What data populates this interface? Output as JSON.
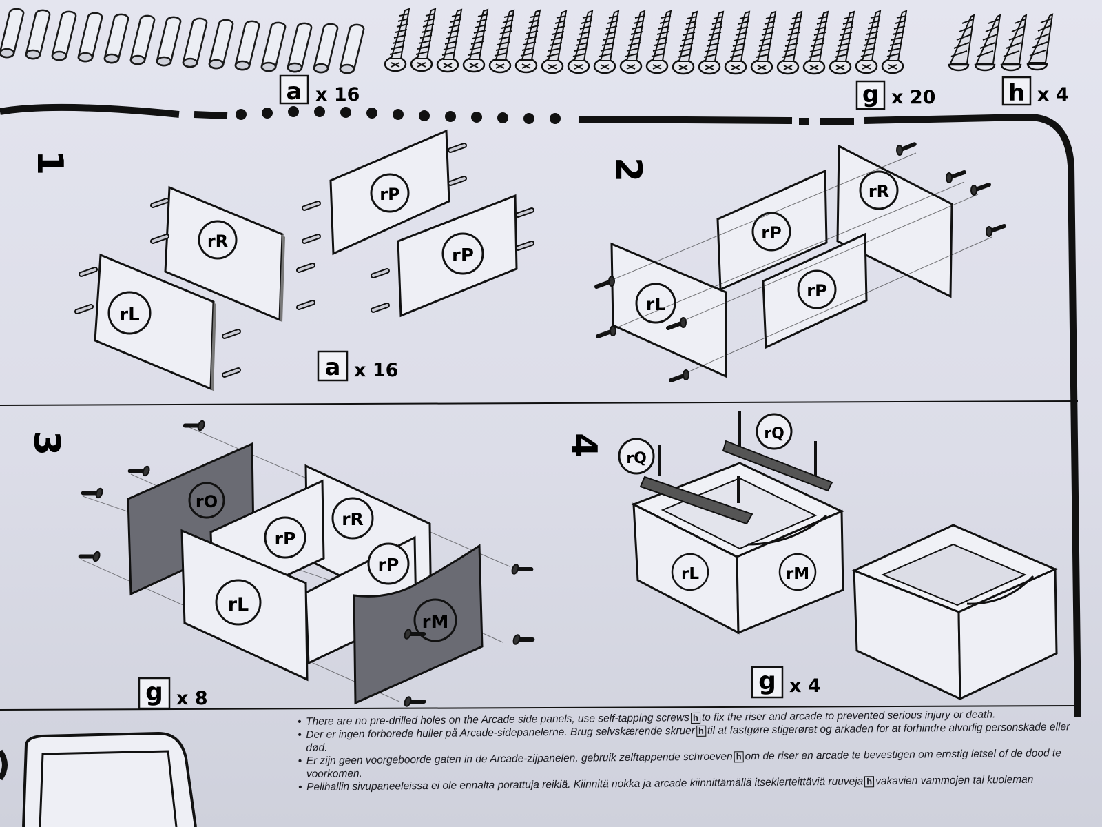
{
  "parts": {
    "dowel": {
      "code": "a",
      "qty": "x 16"
    },
    "screw_long": {
      "code": "g",
      "qty": "x 20"
    },
    "screw_short": {
      "code": "h",
      "qty": "x 4"
    }
  },
  "steps": [
    {
      "number": "1",
      "panels": [
        "rR",
        "rP",
        "rP",
        "rL"
      ],
      "part_code": "a",
      "part_qty": "x 16"
    },
    {
      "number": "2",
      "panels": [
        "rR",
        "rP",
        "rP",
        "rL"
      ]
    },
    {
      "number": "3",
      "panels": [
        "rO",
        "rR",
        "rP",
        "rP",
        "rL",
        "rM"
      ],
      "part_code": "g",
      "part_qty": "x 8"
    },
    {
      "number": "4",
      "panels": [
        "rQ",
        "rQ",
        "rL",
        "rM"
      ],
      "part_code": "g",
      "part_qty": "x 4"
    }
  ],
  "notes": {
    "en": {
      "a": "There are no pre-drilled holes on the Arcade side panels, use self-tapping screws",
      "b": "to fix the riser and arcade to prevented serious injury or death."
    },
    "da": {
      "a": "Der er ingen forborede huller på Arcade-sidepanelerne. Brug selvskærende skruer",
      "b": "til at fastgøre stigerøret og arkaden for at forhindre alvorlig personskade eller død."
    },
    "nl": {
      "a": "Er zijn geen voorgeboorde gaten in de Arcade-zijpanelen, gebruik zelftappende schroeven",
      "b": "om de riser en arcade te bevestigen om ernstig letsel of de dood te voorkomen."
    },
    "fi": {
      "a": "Pelihallin sivupaneeleissa ei ole ennalta porattuja reikiä. Kiinnitä nokka ja arcade kiinnittämällä itsekierteittäviä ruuveja",
      "b": "vakavien vammojen tai kuoleman"
    },
    "screw_code": "h"
  },
  "colors": {
    "paper": "#dcdde8",
    "ink": "#111111",
    "dark_panel": "#6a6b73"
  }
}
